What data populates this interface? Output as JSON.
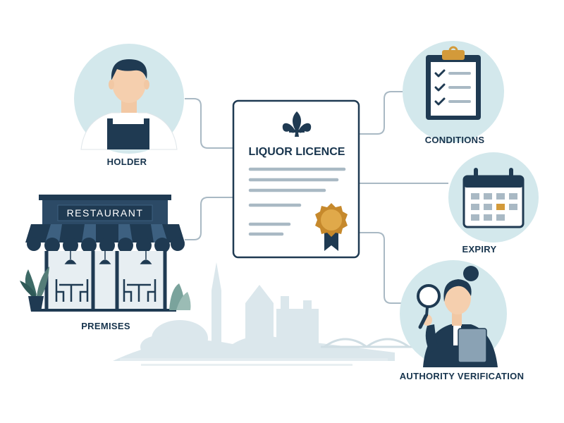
{
  "colors": {
    "navy": "#1f3a52",
    "circle_bg": "#d3e8ec",
    "line_gray": "#a9b9c4",
    "gold": "#d39a3a",
    "skyline": "#d6e4ea",
    "text_blue": "#17344d"
  },
  "certificate": {
    "title": "LIQUOR LICENCE",
    "emblem_icon": "fleur-de-lis-icon",
    "seal_icon": "rosette-seal-icon"
  },
  "storefront": {
    "sign_text": "RESTAURANT"
  },
  "nodes": {
    "holder": {
      "label": "HOLDER",
      "icon": "person-icon"
    },
    "premises": {
      "label": "PREMISES",
      "icon": "storefront-icon"
    },
    "conditions": {
      "label": "CONDITIONS",
      "icon": "checklist-clipboard-icon"
    },
    "expiry": {
      "label": "EXPIRY",
      "icon": "calendar-icon"
    },
    "authority": {
      "label": "AUTHORITY VERIFICATION",
      "icon": "inspector-magnifier-icon"
    }
  }
}
